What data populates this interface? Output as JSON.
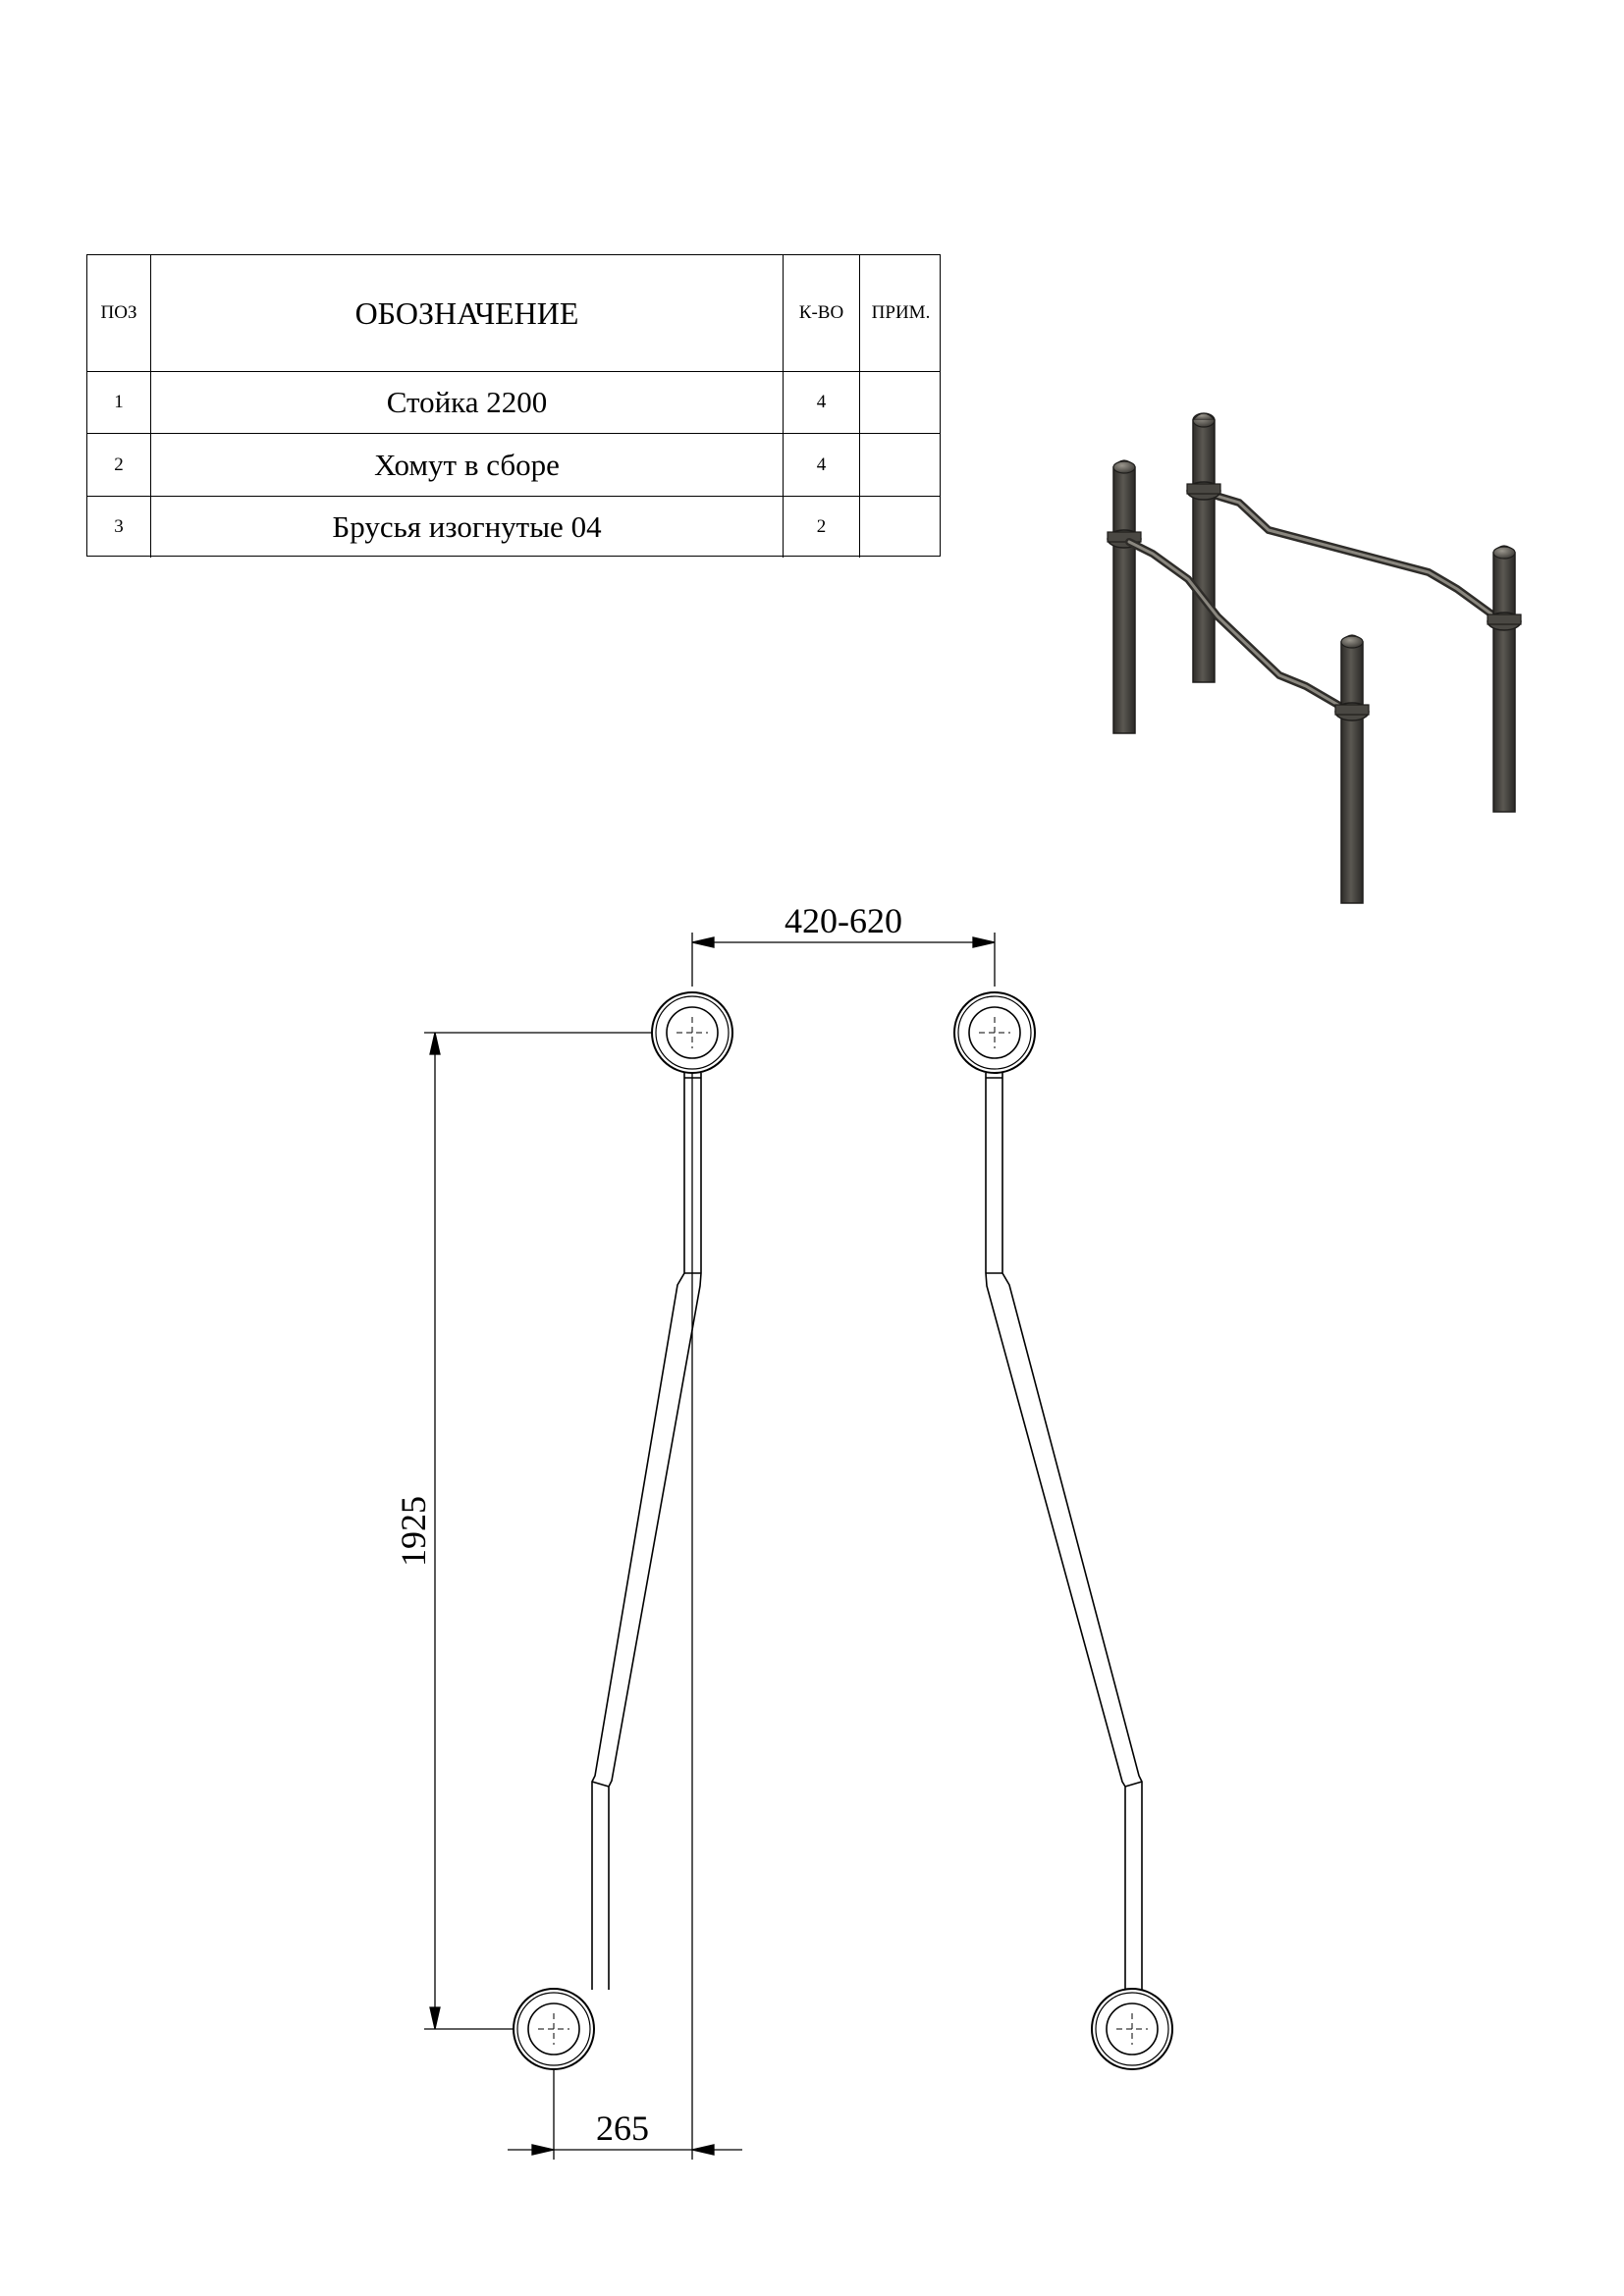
{
  "parts_table": {
    "headers": {
      "pos": "ПОЗ",
      "designation": "ОБОЗНАЧЕНИЕ",
      "qty": "К-ВО",
      "note": "ПРИМ."
    },
    "rows": [
      {
        "pos": "1",
        "designation": "Стойка 2200",
        "qty": "4",
        "note": ""
      },
      {
        "pos": "2",
        "designation": "Хомут в сборе",
        "qty": "4",
        "note": ""
      },
      {
        "pos": "3",
        "designation": "Брусья изогнутые 04",
        "qty": "2",
        "note": ""
      }
    ]
  },
  "dimensions": {
    "spacing": "420-620",
    "length": "1925",
    "offset": "265"
  },
  "colors": {
    "line": "#000000",
    "post_fill": "#4a4843",
    "post_dark": "#2e2c29",
    "post_light": "#8a877f"
  }
}
